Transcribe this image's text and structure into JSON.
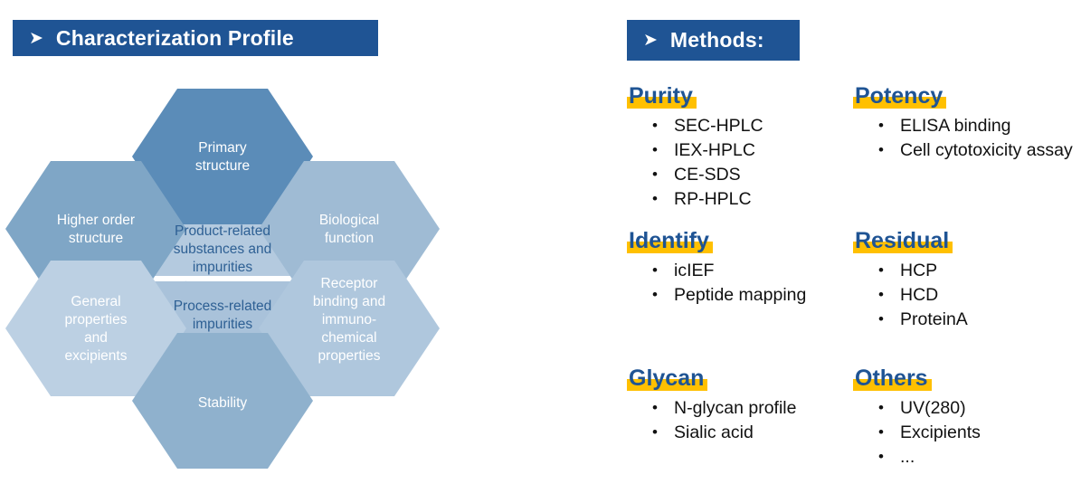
{
  "headers": {
    "profile": {
      "arrow": "arrow-bullet-icon",
      "title": "Characterization Profile"
    },
    "methods": {
      "arrow": "arrow-bullet-icon",
      "title": "Methods:"
    }
  },
  "colors": {
    "header_bar": "#1F5494",
    "heading_text": "#1F5494",
    "highlight": "#FFC000",
    "hex_darkest": "#5B8CB8",
    "hex_dark": "#7FA6C6",
    "hex_mid": "#9FBBD4",
    "hex_light": "#B9CEE1",
    "hex_lighter": "#C6D7E6",
    "hex_palest": "#D9E4EF",
    "hex_center_top": "#B4CADF",
    "hex_center_bottom": "#A9C2DA",
    "center_text": "#2E6094"
  },
  "diagram": {
    "name": "characterization-hexagon-diagram",
    "center": {
      "top": {
        "lines": [
          "Product-related",
          "substances and",
          "impurities"
        ]
      },
      "bottom": {
        "lines": [
          "Process-related",
          "impurities"
        ]
      }
    },
    "outer": [
      {
        "key": "primary-structure",
        "lines": [
          "Primary",
          "structure"
        ]
      },
      {
        "key": "biological-function",
        "lines": [
          "Biological",
          "function"
        ]
      },
      {
        "key": "receptor-binding",
        "lines": [
          "Receptor",
          "binding and",
          "immuno-",
          "chemical",
          "properties"
        ]
      },
      {
        "key": "stability",
        "lines": [
          "Stability"
        ]
      },
      {
        "key": "general-properties",
        "lines": [
          "General",
          "properties",
          "and",
          "excipients"
        ]
      },
      {
        "key": "higher-order-structure",
        "lines": [
          "Higher order",
          "structure"
        ]
      }
    ]
  },
  "methods": {
    "groups": [
      {
        "key": "purity",
        "title": "Purity",
        "items": [
          "SEC-HPLC",
          "IEX-HPLC",
          "CE-SDS",
          "RP-HPLC"
        ]
      },
      {
        "key": "potency",
        "title": "Potency",
        "items": [
          "ELISA binding",
          "Cell cytotoxicity assay"
        ]
      },
      {
        "key": "identify",
        "title": "Identify",
        "items": [
          "icIEF",
          " Peptide mapping"
        ]
      },
      {
        "key": "residual",
        "title": "Residual",
        "items": [
          "HCP",
          "HCD",
          "ProteinA"
        ]
      },
      {
        "key": "glycan",
        "title": "Glycan",
        "items": [
          "N-glycan profile",
          "Sialic acid"
        ]
      },
      {
        "key": "others",
        "title": "Others",
        "items": [
          "UV(280)",
          "Excipients",
          "..."
        ]
      }
    ]
  }
}
